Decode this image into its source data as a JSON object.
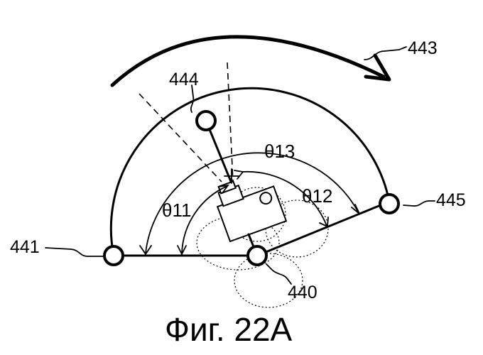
{
  "labels": {
    "rotation": "443",
    "top_node": "444",
    "right_node": "445",
    "left_node": "441",
    "center_node": "440"
  },
  "angles": {
    "theta11": "θ11",
    "theta12": "θ12",
    "theta13": "θ13"
  },
  "caption": "Фиг. 22A"
}
